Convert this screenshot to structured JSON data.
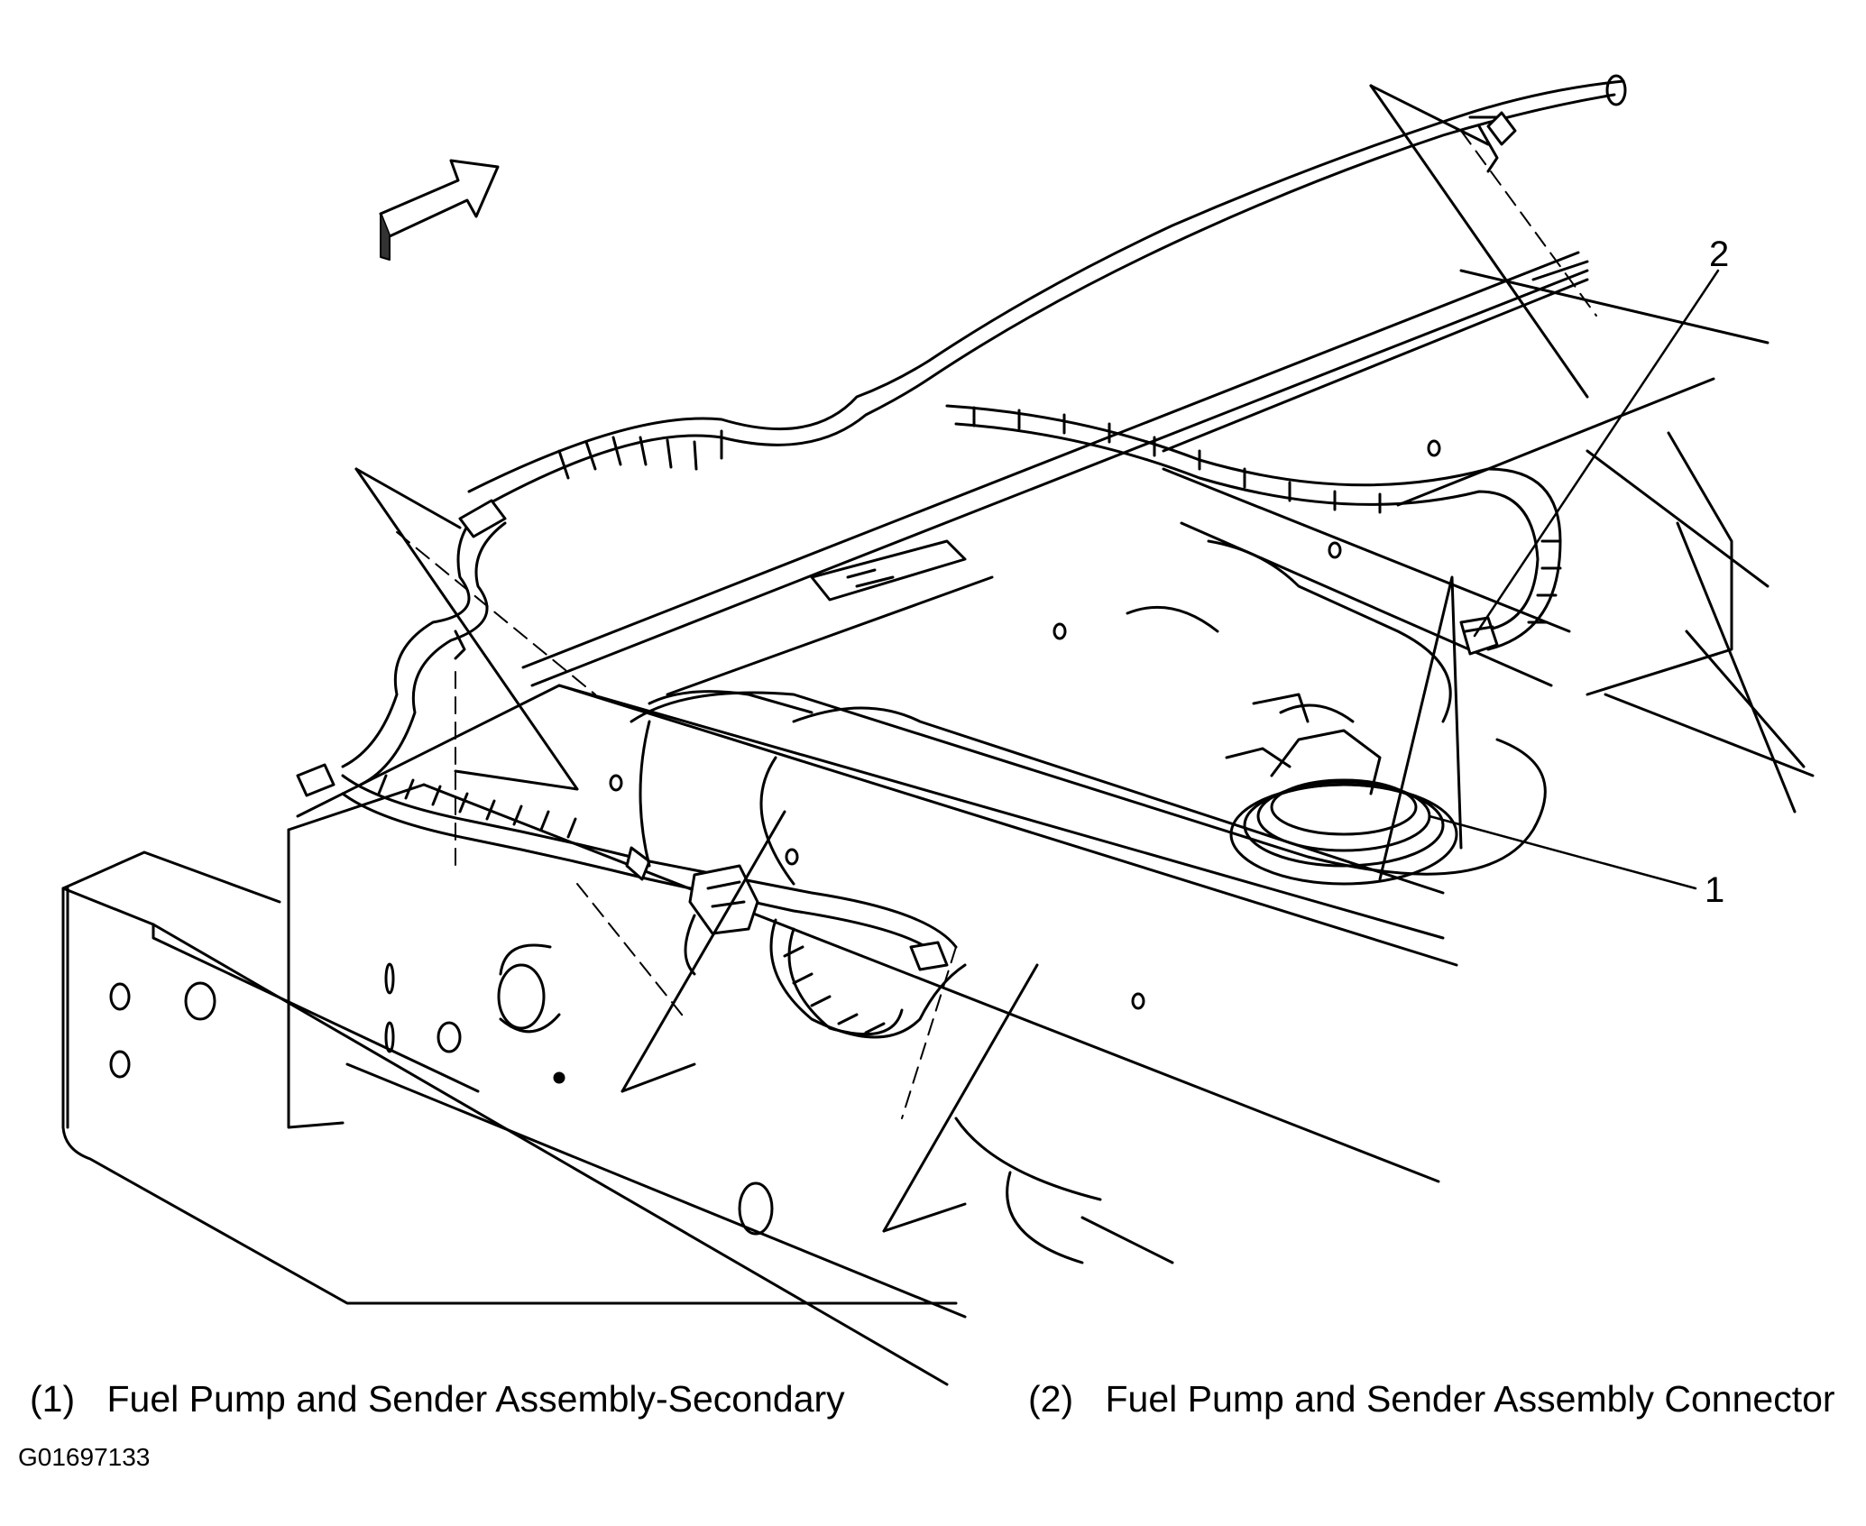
{
  "diagram": {
    "callouts": [
      {
        "id": "1",
        "label": "1"
      },
      {
        "id": "2",
        "label": "2"
      }
    ]
  },
  "legend": [
    {
      "num": "(1)",
      "text": "Fuel Pump and Sender Assembly-Secondary"
    },
    {
      "num": "(2)",
      "text": "Fuel Pump and Sender Assembly Connector"
    }
  ],
  "figure_id": "G01697133",
  "icons": [
    "front-direction-arrow-icon"
  ],
  "colors": {
    "line": "#000000",
    "background": "#ffffff"
  }
}
